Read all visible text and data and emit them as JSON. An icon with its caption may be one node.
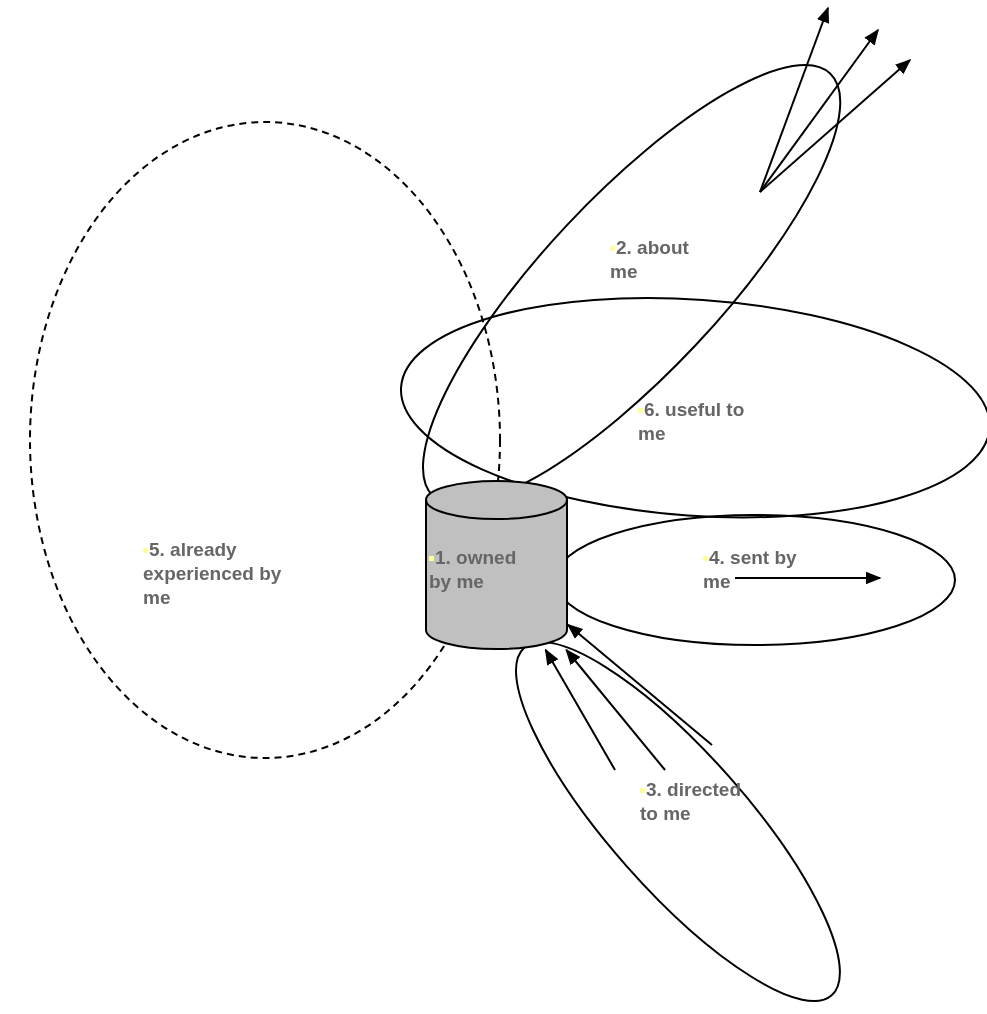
{
  "diagram": {
    "nodes": [
      {
        "text": [
          "1. owned by me"
        ]
      },
      {
        "text": [
          "2. about me"
        ]
      },
      {
        "text": [
          "3. directed to me"
        ]
      },
      {
        "text": [
          "4. sent by me"
        ]
      },
      {
        "text": [
          "5. already experienced by me"
        ]
      },
      {
        "text": [
          "6. useful to me"
        ]
      }
    ],
    "edges": [
      {
        "from": 1,
        "to": null,
        "arrow": "to"
      },
      {
        "from": 1,
        "to": null,
        "arrow": "to"
      },
      {
        "from": 1,
        "to": null,
        "arrow": "to"
      },
      {
        "from": 2,
        "to": 0,
        "arrow": "to"
      },
      {
        "from": 2,
        "to": 0,
        "arrow": "to"
      },
      {
        "from": 2,
        "to": 0,
        "arrow": "to"
      },
      {
        "from": null,
        "to": 3,
        "arrow": "to"
      }
    ]
  }
}
